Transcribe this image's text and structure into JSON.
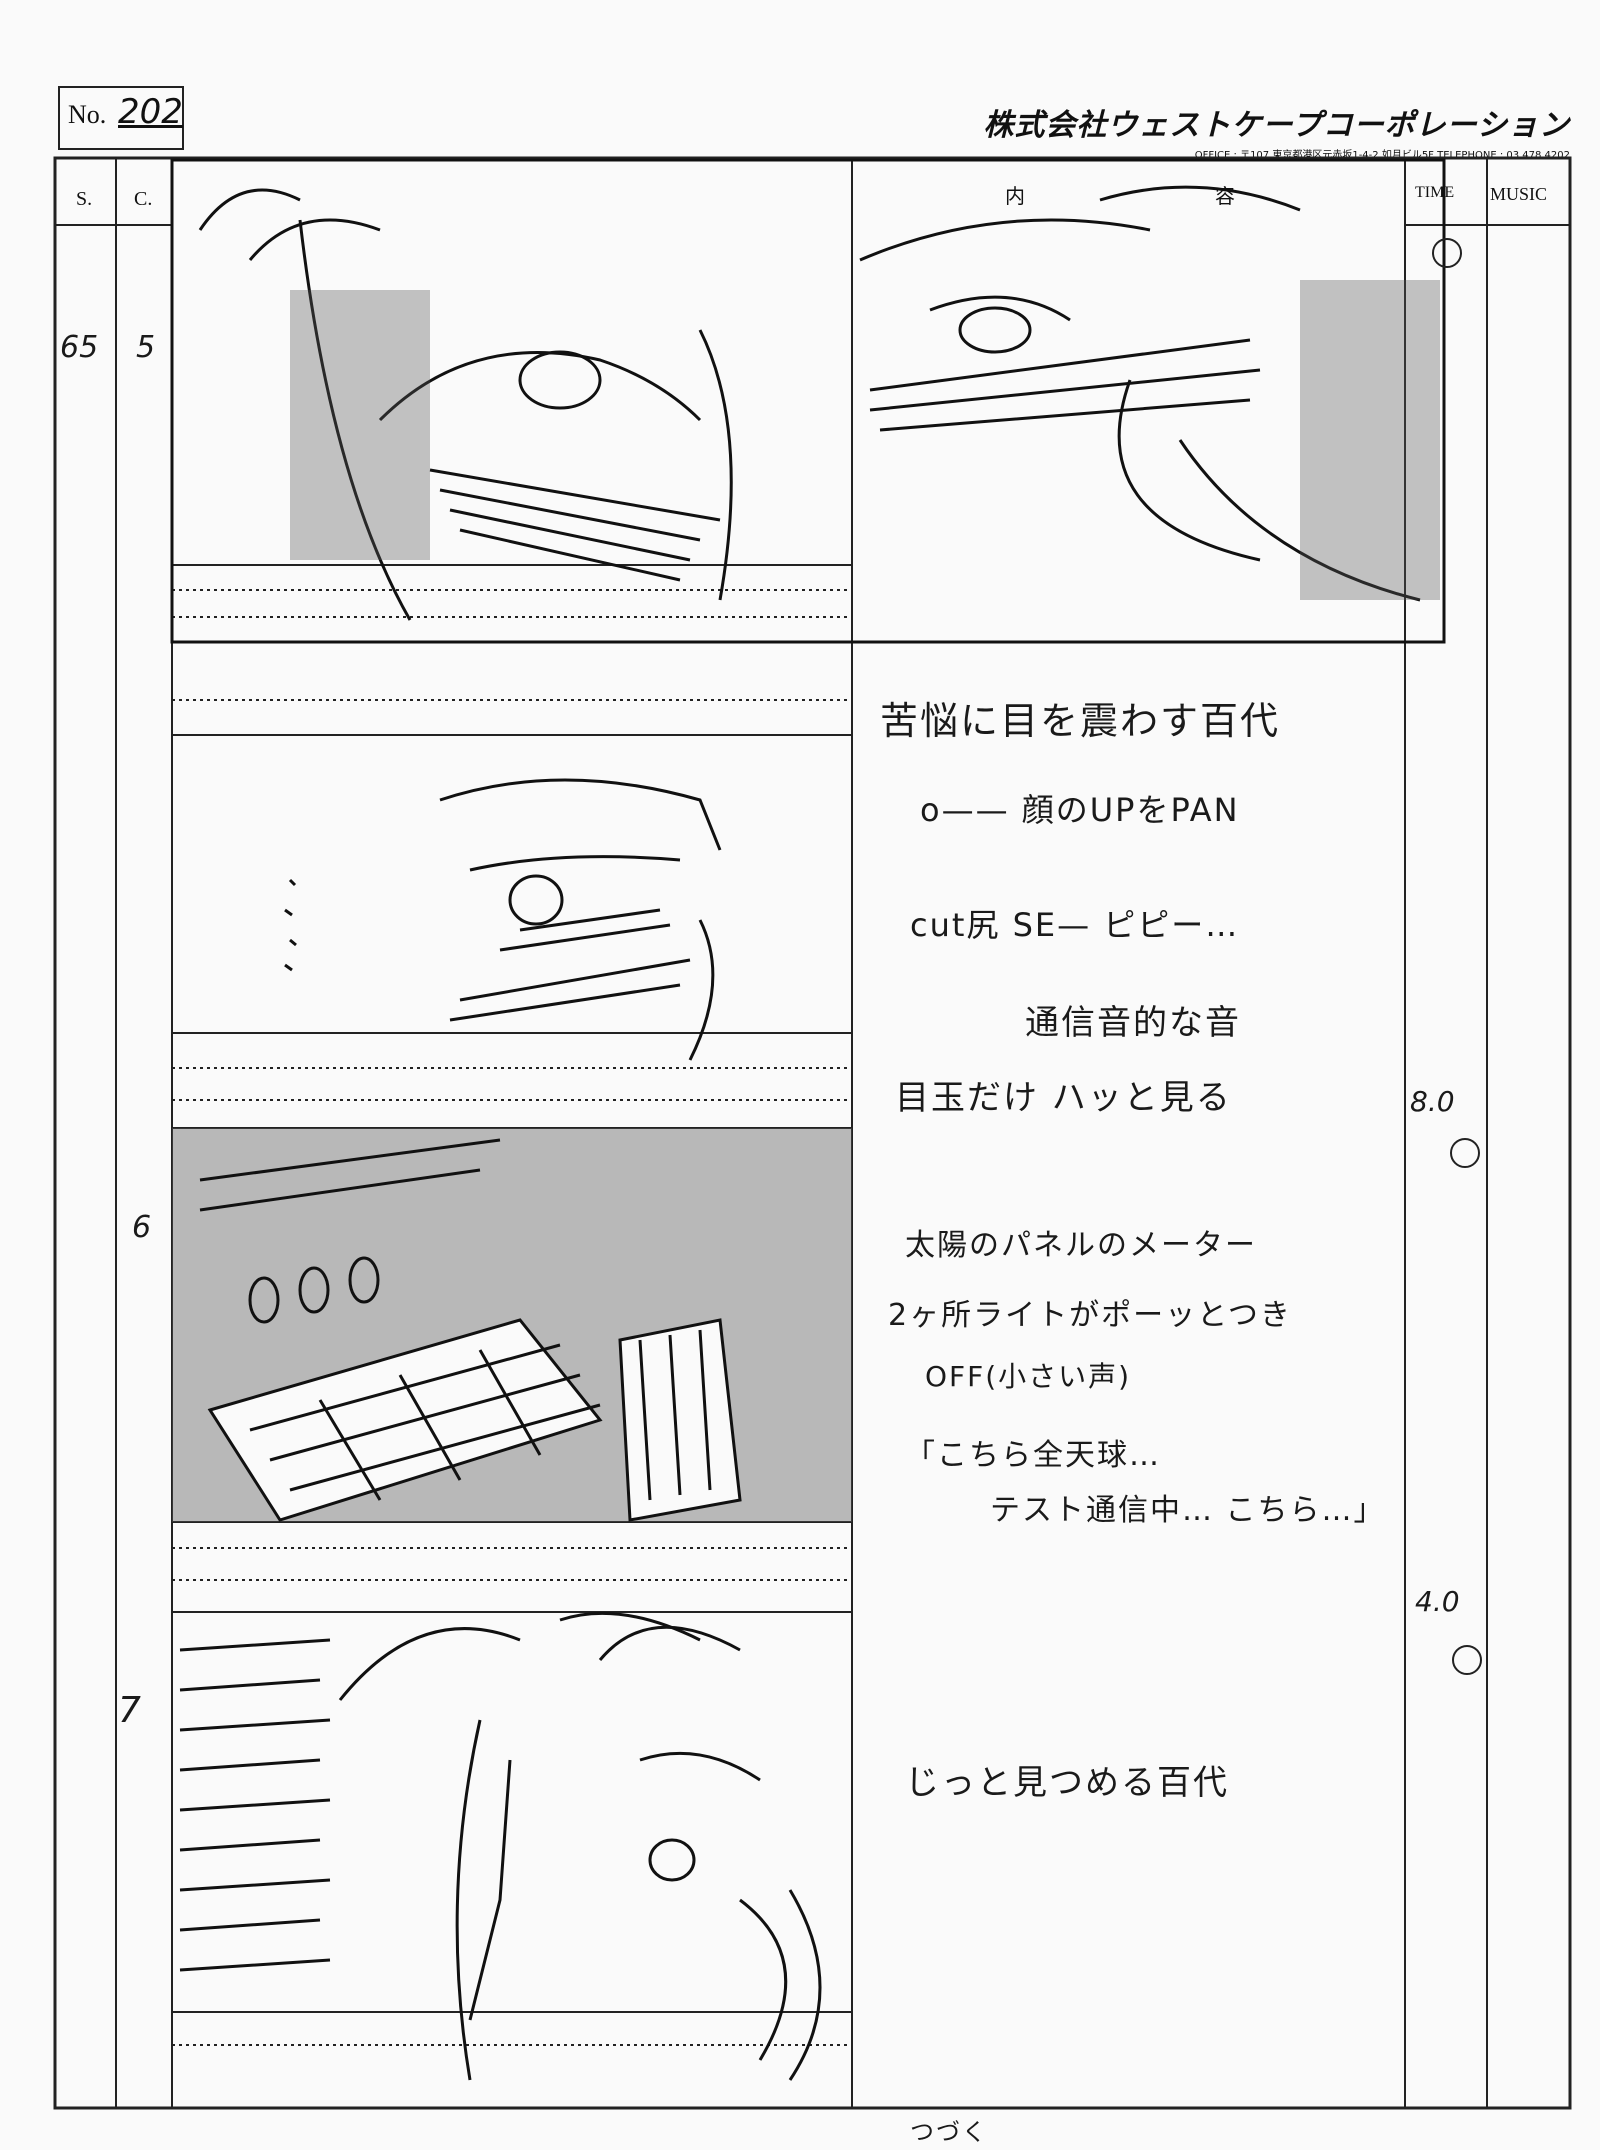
{
  "sheet": {
    "page_label": "No.",
    "page_number": "202",
    "company_name": "株式会社ウェストケープコーポレーション",
    "company_address": "OFFICE : 〒107 東京都港区元赤坂1-4-2 如月ビル5F TELEPHONE : 03 478 4202"
  },
  "columns": {
    "scene": "S.",
    "cut": "C.",
    "content_1": "内",
    "content_2": "容",
    "time": "TIME",
    "music": "MUSIC"
  },
  "cuts": [
    {
      "scene": "65",
      "cut": "5"
    },
    {
      "cut": "6"
    },
    {
      "cut": "7"
    }
  ],
  "notes": [
    "苦悩に目を震わす百代",
    "o—— 顔のUPをPAN",
    "cut尻 SE— ピピー…",
    "通信音的な音",
    "目玉だけ ハッと見る",
    "太陽のパネルのメーター",
    "2ヶ所ライトがポーッとつき",
    "OFF(小さい声)",
    "「こちら全天球…",
    "テスト通信中… こちら…」",
    "じっと見つめる百代",
    "つづく"
  ],
  "times": [
    "8.0",
    "4.0"
  ]
}
